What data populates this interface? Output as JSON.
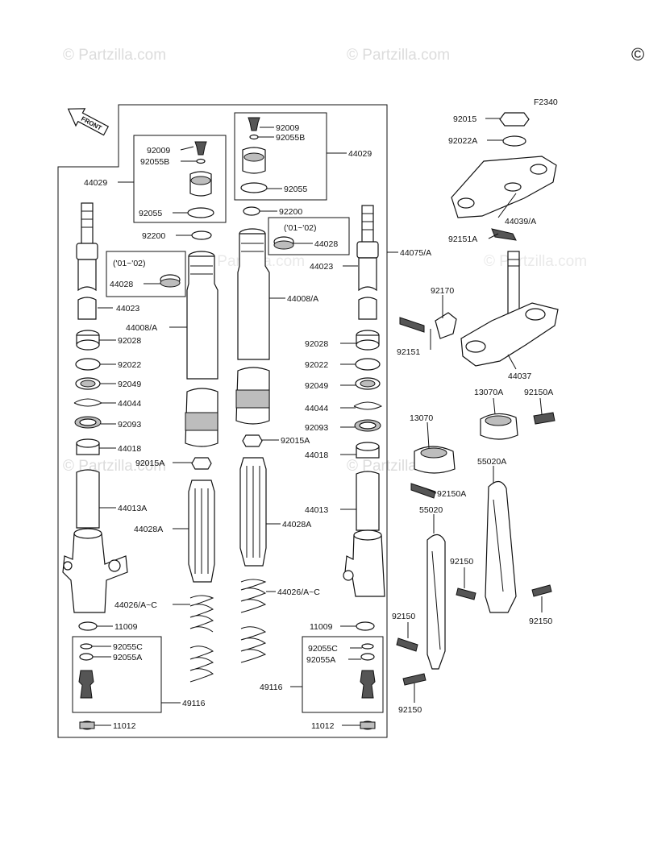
{
  "watermarks": [
    "© Partzilla.com",
    "© Partzilla.com",
    "© Partzilla.com",
    "© Partzilla.com",
    "© Partzilla.com",
    "© Partzilla.com"
  ],
  "corner_mark": "©",
  "figure_code": "F2340",
  "front_label": "FRONT",
  "labels": {
    "p92015_top": "92015",
    "p92022A_top": "92022A",
    "p44039A": "44039/A",
    "p92151A": "92151A",
    "p92170": "92170",
    "p92151": "92151",
    "p44037": "44037",
    "p13070A": "13070A",
    "p92150A_r": "92150A",
    "p13070": "13070",
    "p92150A_c": "92150A",
    "p55020A": "55020A",
    "p55020": "55020",
    "p92150_a": "92150",
    "p92150_b": "92150",
    "p92150_c": "92150",
    "p92150_d": "92150",
    "p92009_l": "92009",
    "p92055B_l": "92055B",
    "p44029_l": "44029",
    "p92055_l": "92055",
    "p92200_l": "92200",
    "p0102_l": "('01~'02)",
    "p44028_l": "44028",
    "p44023_l": "44023",
    "p44008A_l": "44008/A",
    "p92028_l": "92028",
    "p92022_l": "92022",
    "p92049_l": "92049",
    "p44044_l": "44044",
    "p92093_l": "92093",
    "p44018_l": "44018",
    "p92015A_l": "92015A",
    "p44013A": "44013A",
    "p44028A_l": "44028A",
    "p44026_l": "44026/A~C",
    "p11009_l": "11009",
    "p92055C_l": "92055C",
    "p92055A_l": "92055A",
    "p49116_l": "49116",
    "p11012_l": "11012",
    "p92009_r": "92009",
    "p92055B_r": "92055B",
    "p44029_r": "44029",
    "p92055_r": "92055",
    "p92200_r": "92200",
    "p0102_r": "('01~'02)",
    "p44028_r": "44028",
    "p44008A_r": "44008/A",
    "p44075A": "44075/A",
    "p44023_r": "44023",
    "p92028_r": "92028",
    "p92022_r": "92022",
    "p92049_r": "92049",
    "p44044_r": "44044",
    "p92093_r": "92093",
    "p92015A_r": "92015A",
    "p44018_r": "44018",
    "p44028A_r": "44028A",
    "p44013": "44013",
    "p44026_r": "44026/A~C",
    "p11009_r": "11009",
    "p92055C_r": "92055C",
    "p92055A_r": "92055A",
    "p49116_r": "49116",
    "p11012_r": "11012"
  }
}
